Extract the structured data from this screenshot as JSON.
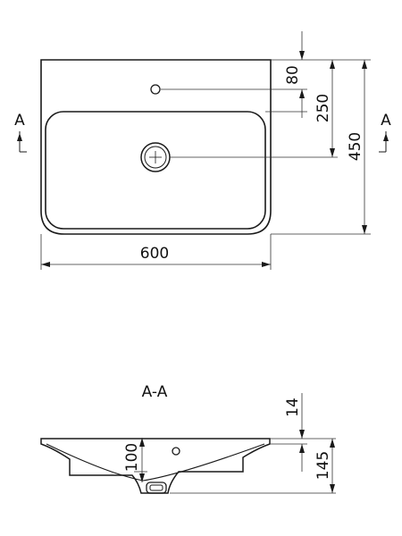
{
  "plan_view": {
    "width_label": "600",
    "depth_label": "450",
    "basin_depth_label": "250",
    "taphole_offset_label": "80",
    "section_marker_left": "A",
    "section_marker_right": "A"
  },
  "section_view": {
    "title": "A-A",
    "rim_thickness_label": "14",
    "total_height_label": "145",
    "basin_height_label": "100"
  },
  "colors": {
    "line": "#1a1a1a",
    "thin_line": "#333333",
    "background": "#ffffff"
  }
}
